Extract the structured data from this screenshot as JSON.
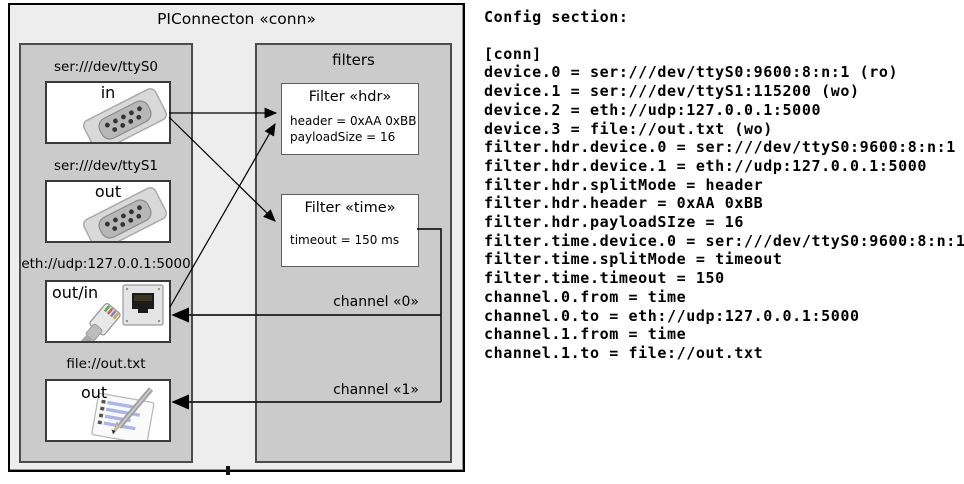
{
  "diagram": {
    "title": "PIConnecton «conn»",
    "devices_group": {
      "devices": [
        {
          "url": "ser:///dev/ttyS0",
          "port_label": "in",
          "icon": "serial-connector-icon"
        },
        {
          "url": "ser:///dev/ttyS1",
          "port_label": "out",
          "icon": "serial-connector-icon"
        },
        {
          "url": "eth://udp:127.0.0.1:5000",
          "port_label": "out/in",
          "icon": "ethernet-connector-icon"
        },
        {
          "url": "file://out.txt",
          "port_label": "out",
          "icon": "notepad-pencil-icon"
        }
      ]
    },
    "filters_group": {
      "label": "filters",
      "filters": [
        {
          "title": "Filter «hdr»",
          "attributes": [
            "header = 0xAA 0xBB",
            "payloadSize = 16"
          ]
        },
        {
          "title": "Filter «time»",
          "attributes": [
            "timeout = 150 ms"
          ]
        }
      ]
    },
    "channels": [
      {
        "label": "channel «0»"
      },
      {
        "label": "channel «1»"
      }
    ],
    "colors": {
      "frame_bg": "#ededed",
      "group_bg": "#cbcbcb",
      "node_bg": "#ffffff",
      "line": "#000000"
    }
  },
  "config": {
    "heading": "Config section:",
    "lines": [
      "[conn]",
      "device.0 = ser:///dev/ttyS0:9600:8:n:1 (ro)",
      "device.1 = ser:///dev/ttyS1:115200 (wo)",
      "device.2 = eth://udp:127.0.0.1:5000",
      "device.3 = file://out.txt (wo)",
      "filter.hdr.device.0 = ser:///dev/ttyS0:9600:8:n:1",
      "filter.hdr.device.1 = eth://udp:127.0.0.1:5000",
      "filter.hdr.splitMode = header",
      "filter.hdr.header = 0xAA 0xBB",
      "filter.hdr.payloadSIze = 16",
      "filter.time.device.0 = ser:///dev/ttyS0:9600:8:n:1",
      "filter.time.splitMode = timeout",
      "filter.time.timeout = 150",
      "channel.0.from = time",
      "channel.0.to = eth://udp:127.0.0.1:5000",
      "channel.1.from = time",
      "channel.1.to = file://out.txt"
    ]
  }
}
